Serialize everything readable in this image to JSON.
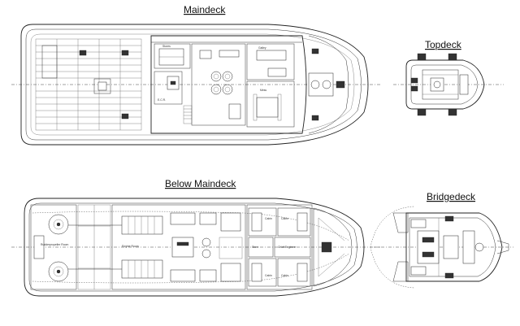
{
  "labels": {
    "maindeck": "Maindeck",
    "topdeck": "Topdeck",
    "below_maindeck": "Below Maindeck",
    "bridgedeck": "Bridgedeck"
  },
  "room_labels": {
    "gallery": "Galley",
    "mess": "Mess",
    "stores": "Stores",
    "cabin_a": "Cabin",
    "cabin_b": "Cabin",
    "ecr": "E.C.R.",
    "engine_room": "Engine Room",
    "thruster": "Rudderpropeller Room",
    "store_b": "Store",
    "chief": "Chief Engineer",
    "cabin_c": "Cabin",
    "cabin_d": "Cabin"
  }
}
